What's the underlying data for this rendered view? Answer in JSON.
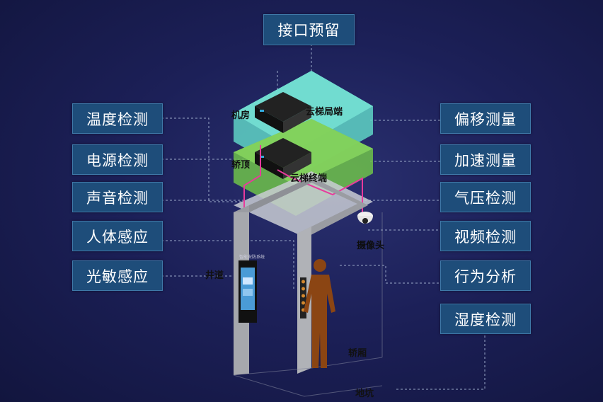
{
  "top_label": "接口预留",
  "left_labels": [
    "温度检测",
    "电源检测",
    "声音检测",
    "人体感应",
    "光敏感应"
  ],
  "right_labels": [
    "偏移测量",
    "加速测量",
    "气压检测",
    "视频检测",
    "行为分析",
    "湿度检测"
  ],
  "scene_labels": {
    "machine_room": "机房",
    "cloud_box": "云梯局端",
    "car_top": "轿顶",
    "cloud_terminal": "云梯终端",
    "camera": "摄像头",
    "shaft": "井道",
    "car": "轿厢",
    "pit": "地坑",
    "panel_text": "智能安防系统"
  },
  "colors": {
    "box_bg": "#1e4d7a",
    "teal_layer": "#5fd3c6",
    "green_layer": "#6ec24a",
    "wire": "#e83a9c"
  }
}
